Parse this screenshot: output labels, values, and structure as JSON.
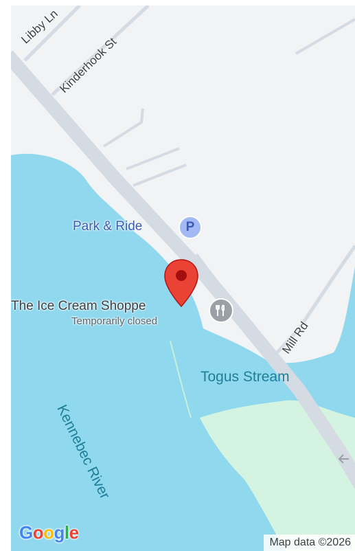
{
  "map": {
    "streets": {
      "libby_ln": "Libby Ln",
      "kinderhook_st": "Kinderhook St",
      "mill_rd": "Mill Rd"
    },
    "pois": {
      "park_and_ride": "Park & Ride",
      "park_and_ride_icon_glyph": "P",
      "ice_cream_shoppe": "The Ice Cream Shoppe",
      "ice_cream_shoppe_status": "Temporarily closed"
    },
    "water": {
      "togus_stream": "Togus Stream",
      "kennebec_river": "Kennebec River"
    },
    "logo": {
      "letters": [
        "G",
        "o",
        "o",
        "g",
        "l",
        "e"
      ],
      "colors": [
        "#4285f4",
        "#ea4335",
        "#fbbc05",
        "#4285f4",
        "#34a853",
        "#ea4335"
      ]
    },
    "attribution": "Map data ©2026",
    "colors": {
      "land": "#f1f3f4",
      "water": "#8fd8ee",
      "park": "#d4f4e1",
      "road": "#d5dbe3",
      "pin": "#ea4335"
    },
    "marker_icon": "red-location-pin-icon"
  }
}
